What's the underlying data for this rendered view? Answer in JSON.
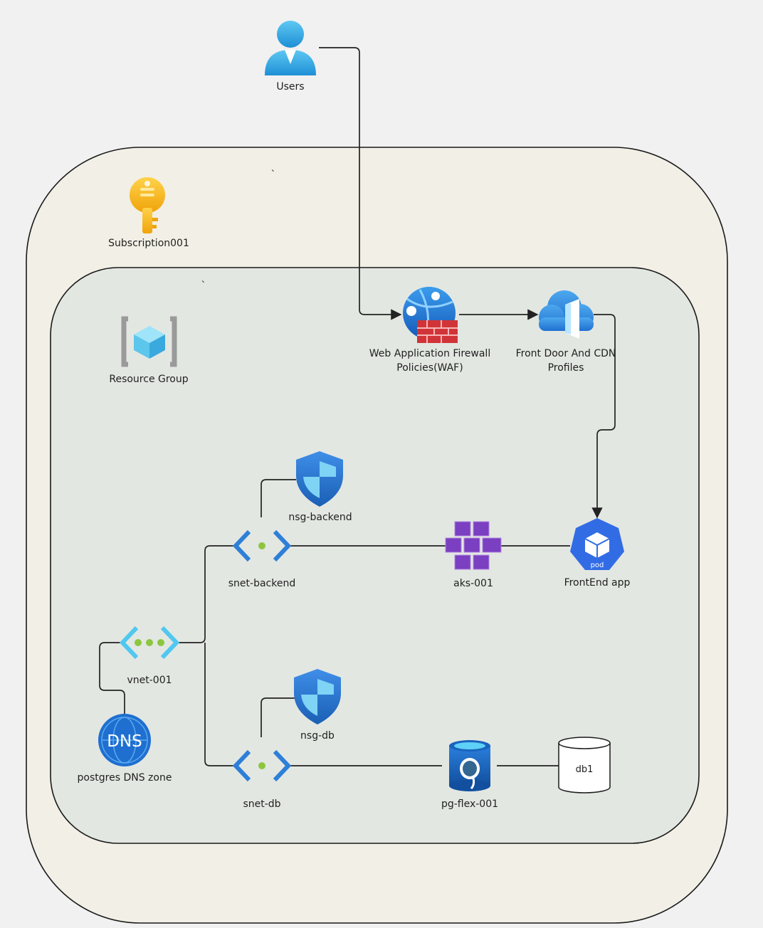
{
  "users": {
    "label": "Users"
  },
  "subscription": {
    "label": "Subscription001",
    "tick": "`"
  },
  "resource_group": {
    "label": "Resource Group",
    "tick": "`"
  },
  "waf": {
    "label_line1": "Web Application Firewall",
    "label_line2": "Policies(WAF)"
  },
  "frontdoor": {
    "label_line1": "Front Door And CDN",
    "label_line2": "Profiles"
  },
  "nsg_backend": {
    "label": "nsg-backend"
  },
  "snet_backend": {
    "label": "snet-backend"
  },
  "aks": {
    "label": "aks-001"
  },
  "frontend_app": {
    "label": "FrontEnd app",
    "badge": "pod"
  },
  "vnet": {
    "label": "vnet-001"
  },
  "nsg_db": {
    "label": "nsg-db"
  },
  "dns": {
    "label": "postgres DNS zone",
    "badge": "DNS"
  },
  "snet_db": {
    "label": "snet-db"
  },
  "pg": {
    "label": "pg-flex-001"
  },
  "db1": {
    "label": "db1"
  },
  "colors": {
    "subscription_fill": "#f2efe6",
    "resource_group_fill": "#e3e7e2",
    "azure_blue": "#1e74d6",
    "vnet_cyan": "#50c8ef",
    "aks_purple": "#7b3fc1",
    "firewall_red": "#d13438",
    "key_gold": "#f4b400"
  }
}
